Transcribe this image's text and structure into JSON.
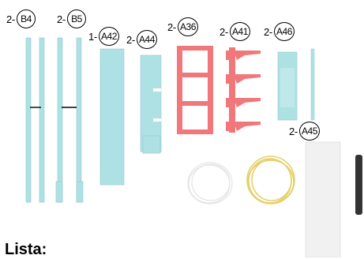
{
  "parts": [
    {
      "qty": "2-",
      "code": "B4"
    },
    {
      "qty": "2-",
      "code": "B5"
    },
    {
      "qty": "1-",
      "code": "A42"
    },
    {
      "qty": "2-",
      "code": "A44"
    },
    {
      "qty": "2-",
      "code": "A36"
    },
    {
      "qty": "2-",
      "code": "A41"
    },
    {
      "qty": "2-",
      "code": "A46"
    },
    {
      "qty": "2-",
      "code": "A45"
    }
  ],
  "footer": {
    "title": "Lista:"
  },
  "colors": {
    "acrylic": "#aee1e3",
    "red_part": "#f0777a",
    "cable": "#e5d06a",
    "wire": "#f2f2f2",
    "board": "#f1f1f1"
  }
}
